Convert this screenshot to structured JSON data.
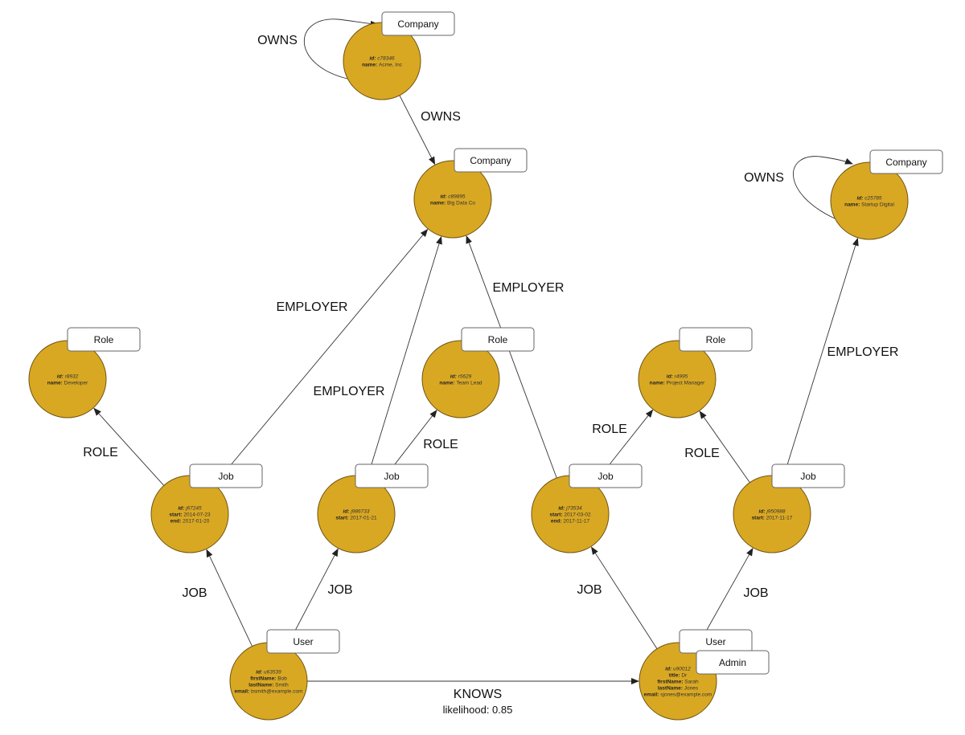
{
  "colors": {
    "node_fill": "#d9a823",
    "node_stroke": "#6f5410",
    "edge": "#333333",
    "tag_bg": "#ffffff"
  },
  "nodes": {
    "c78346": {
      "labels": [
        "Company"
      ],
      "props": [
        [
          "id",
          "c78346"
        ],
        [
          "name",
          "Acme, Inc"
        ]
      ]
    },
    "c89895": {
      "labels": [
        "Company"
      ],
      "props": [
        [
          "id",
          "c89895"
        ],
        [
          "name",
          "Big Data Co"
        ]
      ]
    },
    "c25785": {
      "labels": [
        "Company"
      ],
      "props": [
        [
          "id",
          "c25785"
        ],
        [
          "name",
          "Startup Digital"
        ]
      ]
    },
    "r8932": {
      "labels": [
        "Role"
      ],
      "props": [
        [
          "id",
          "r8932"
        ],
        [
          "name",
          "Developer"
        ]
      ]
    },
    "r5629": {
      "labels": [
        "Role"
      ],
      "props": [
        [
          "id",
          "r5629"
        ],
        [
          "name",
          "Team Lead"
        ]
      ]
    },
    "r4995": {
      "labels": [
        "Role"
      ],
      "props": [
        [
          "id",
          "r4995"
        ],
        [
          "name",
          "Project Manager"
        ]
      ]
    },
    "j67245": {
      "labels": [
        "Job"
      ],
      "props": [
        [
          "id",
          "j67245"
        ],
        [
          "start",
          "2014-07-23"
        ],
        [
          "end",
          "2017-01-20"
        ]
      ]
    },
    "j986733": {
      "labels": [
        "Job"
      ],
      "props": [
        [
          "id",
          "j986733"
        ],
        [
          "start",
          "2017-01-21"
        ]
      ]
    },
    "j73534": {
      "labels": [
        "Job"
      ],
      "props": [
        [
          "id",
          "j73534"
        ],
        [
          "start",
          "2017-03-02"
        ],
        [
          "end",
          "2017-11-17"
        ]
      ]
    },
    "j950988": {
      "labels": [
        "Job"
      ],
      "props": [
        [
          "id",
          "j950988"
        ],
        [
          "start",
          "2017-11-17"
        ]
      ]
    },
    "u63539": {
      "labels": [
        "User"
      ],
      "props": [
        [
          "id",
          "u63539"
        ],
        [
          "firstName",
          "Bob"
        ],
        [
          "lastName",
          "Smith"
        ],
        [
          "email",
          "bsmith@example.com"
        ]
      ]
    },
    "u90012": {
      "labels": [
        "User",
        "Admin"
      ],
      "props": [
        [
          "id",
          "u90012"
        ],
        [
          "title",
          "Dr"
        ],
        [
          "firstName",
          "Sarah"
        ],
        [
          "lastName",
          "Jones"
        ],
        [
          "email",
          "sjones@example.com"
        ]
      ]
    }
  },
  "edges": [
    {
      "from": "c78346",
      "to": "c78346",
      "type": "OWNS"
    },
    {
      "from": "c78346",
      "to": "c89895",
      "type": "OWNS"
    },
    {
      "from": "c25785",
      "to": "c25785",
      "type": "OWNS"
    },
    {
      "from": "j67245",
      "to": "c89895",
      "type": "EMPLOYER"
    },
    {
      "from": "j986733",
      "to": "c89895",
      "type": "EMPLOYER"
    },
    {
      "from": "j73534",
      "to": "c89895",
      "type": "EMPLOYER"
    },
    {
      "from": "j950988",
      "to": "c25785",
      "type": "EMPLOYER"
    },
    {
      "from": "j67245",
      "to": "r8932",
      "type": "ROLE"
    },
    {
      "from": "j986733",
      "to": "r5629",
      "type": "ROLE"
    },
    {
      "from": "j73534",
      "to": "r4995",
      "type": "ROLE"
    },
    {
      "from": "j950988",
      "to": "r4995",
      "type": "ROLE"
    },
    {
      "from": "u63539",
      "to": "j67245",
      "type": "JOB"
    },
    {
      "from": "u63539",
      "to": "j986733",
      "type": "JOB"
    },
    {
      "from": "u90012",
      "to": "j73534",
      "type": "JOB"
    },
    {
      "from": "u90012",
      "to": "j950988",
      "type": "JOB"
    },
    {
      "from": "u63539",
      "to": "u90012",
      "type": "KNOWS",
      "props_text": "likelihood: 0.85"
    }
  ]
}
